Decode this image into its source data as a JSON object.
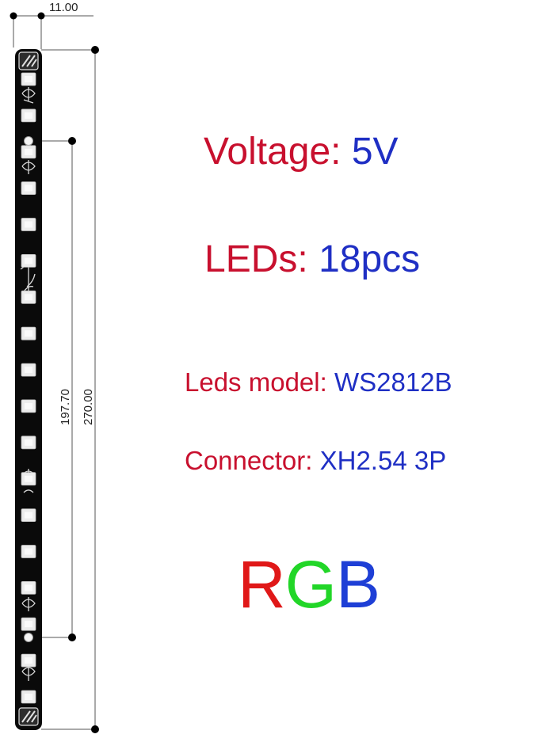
{
  "dimensions": {
    "width_label": "11.00",
    "inner_length_label": "197.70",
    "total_length_label": "270.00"
  },
  "specs": {
    "voltage": {
      "key": "Voltage:",
      "value": "5V"
    },
    "leds": {
      "key": "LEDs:",
      "value": "18pcs"
    },
    "model": {
      "key": "Leds model:",
      "value": "WS2812B"
    },
    "connector": {
      "key": "Connector:",
      "value": "XH2.54 3P"
    }
  },
  "rgb": {
    "r": "R",
    "g": "G",
    "b": "B"
  },
  "strip": {
    "led_count": 18
  },
  "colors": {
    "key_red": "#c8102e",
    "value_blue": "#1f2fc4",
    "rgb_red": "#e01818",
    "rgb_green": "#22d628",
    "rgb_blue": "#1e3fd6",
    "pcb": "#0a0a0a"
  }
}
